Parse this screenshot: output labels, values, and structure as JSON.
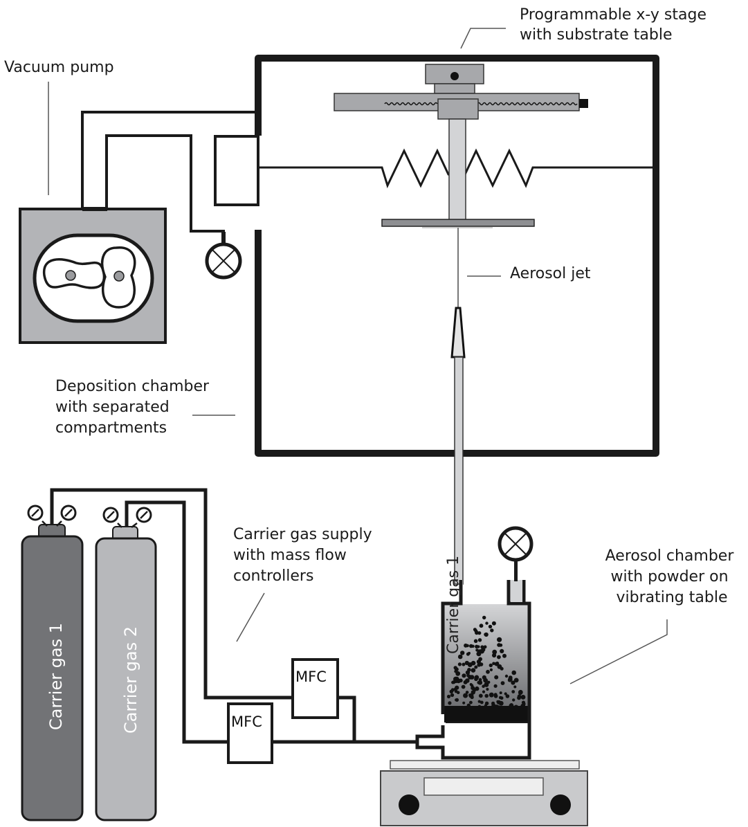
{
  "diagram": {
    "title": "Aerosol deposition setup",
    "labels": {
      "stage": [
        "Programmable x-y stage",
        "with substrate table"
      ],
      "vacuum_pump": "Vacuum pump",
      "aerosol_jet": "Aerosol jet",
      "deposition_chamber": [
        "Deposition chamber",
        "with separated",
        "compartments"
      ],
      "carrier_supply": [
        "Carrier gas supply",
        "with mass flow",
        "controllers"
      ],
      "aerosol_chamber": [
        "Aerosol chamber",
        "with powder on",
        "vibrating table"
      ]
    },
    "cylinders": [
      {
        "label": "Carrier gas 1",
        "color": "#727376"
      },
      {
        "label": "Carrier gas 2",
        "color": "#b7b8bb"
      }
    ],
    "mfc_units": [
      {
        "label": "MFC"
      },
      {
        "label": "MFC"
      }
    ],
    "aerosol_chamber_inlet_label": "Carrier gas 1",
    "colors": {
      "line": "#1a1a1a",
      "pump_fill": "#b3b4b7",
      "stage_fill": "#a7a8ab",
      "rod_fill": "#d3d4d6",
      "table_fill": "#c9cacc"
    }
  }
}
